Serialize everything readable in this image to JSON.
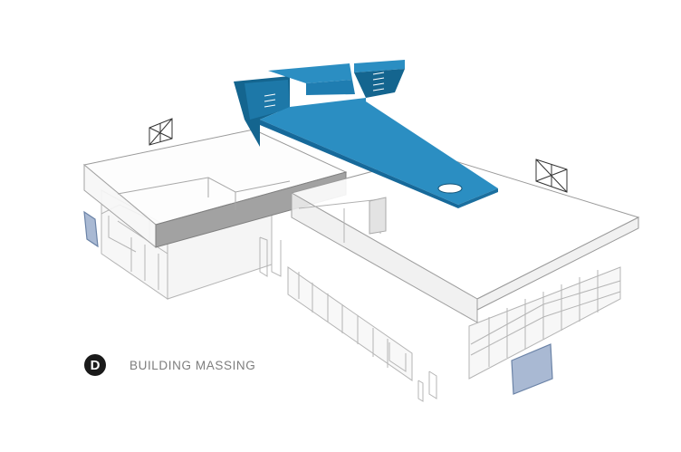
{
  "diagram": {
    "type": "exploded-axonometric-building-massing",
    "colors": {
      "highlight_volume": "#2b8ec2",
      "highlight_shadow": "#14658f",
      "window_panel": "#a9b9d3",
      "line": "#8a8a8a"
    },
    "components": [
      "upper-volume",
      "roof-plane-left",
      "roof-plane-right",
      "ground-floor-walls",
      "window-panels"
    ]
  },
  "legend": {
    "badge": "D",
    "label": "BUILDING MASSING"
  }
}
